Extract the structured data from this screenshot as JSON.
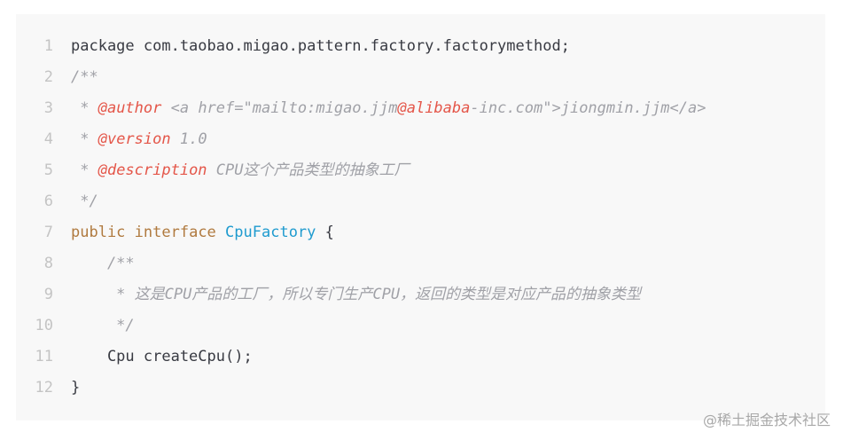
{
  "code": {
    "lines": [
      {
        "no": "1",
        "tokens": [
          {
            "t": "package com.taobao.migao.pattern.factory.factorymethod;",
            "k": "plain"
          }
        ]
      },
      {
        "no": "2",
        "tokens": [
          {
            "t": "/**",
            "k": "comment"
          }
        ]
      },
      {
        "no": "3",
        "tokens": [
          {
            "t": " * ",
            "k": "comment"
          },
          {
            "t": "@author",
            "k": "tag"
          },
          {
            "t": " <a href=\"mailto:migao.jjm",
            "k": "comment"
          },
          {
            "t": "@alibaba",
            "k": "tag"
          },
          {
            "t": "-inc.com\">jiongmin.jjm</a>",
            "k": "comment"
          }
        ]
      },
      {
        "no": "4",
        "tokens": [
          {
            "t": " * ",
            "k": "comment"
          },
          {
            "t": "@version",
            "k": "tag"
          },
          {
            "t": " 1.0",
            "k": "comment"
          }
        ]
      },
      {
        "no": "5",
        "tokens": [
          {
            "t": " * ",
            "k": "comment"
          },
          {
            "t": "@description",
            "k": "tag"
          },
          {
            "t": " CPU这个产品类型的抽象工厂",
            "k": "comment"
          }
        ]
      },
      {
        "no": "6",
        "tokens": [
          {
            "t": " */",
            "k": "comment"
          }
        ]
      },
      {
        "no": "7",
        "tokens": [
          {
            "t": "public",
            "k": "keyword"
          },
          {
            "t": " ",
            "k": "plain"
          },
          {
            "t": "interface",
            "k": "keyword"
          },
          {
            "t": " ",
            "k": "plain"
          },
          {
            "t": "CpuFactory",
            "k": "class"
          },
          {
            "t": " {",
            "k": "plain"
          }
        ]
      },
      {
        "no": "8",
        "tokens": [
          {
            "t": "    /**",
            "k": "comment"
          }
        ]
      },
      {
        "no": "9",
        "tokens": [
          {
            "t": "     * 这是CPU产品的工厂，所以专门生产CPU，返回的类型是对应产品的抽象类型",
            "k": "comment"
          }
        ]
      },
      {
        "no": "10",
        "tokens": [
          {
            "t": "     */",
            "k": "comment"
          }
        ]
      },
      {
        "no": "11",
        "tokens": [
          {
            "t": "    Cpu createCpu();",
            "k": "plain"
          }
        ]
      },
      {
        "no": "12",
        "tokens": [
          {
            "t": "}",
            "k": "plain"
          }
        ]
      }
    ]
  },
  "watermark": "@稀土掘金技术社区",
  "colors": {
    "background": "#f8f8f8",
    "comment": "#a0a1a7",
    "tag": "#e45649",
    "keyword": "#b07a3f",
    "class": "#1f9bcf"
  }
}
